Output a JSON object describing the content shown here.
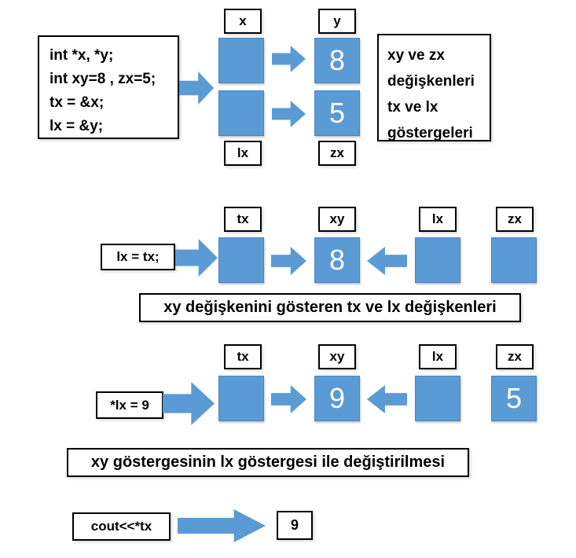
{
  "colors": {
    "accent_blue": "#5B9BD5"
  },
  "step1": {
    "code_lines": [
      "int *x, *y;",
      "int xy=8 , zx=5;",
      "tx = &x;",
      "lx = &y;"
    ],
    "label_x": "x",
    "label_y": "y",
    "label_lx": "lx",
    "label_zx": "zx",
    "cell_x": "",
    "cell_y": "8",
    "cell_lx": "",
    "cell_zx": "5",
    "description_lines": [
      "xy ve zx",
      "değişkenleri",
      "tx ve lx",
      "göstergeleri"
    ]
  },
  "step2": {
    "statement": "lx = tx;",
    "labels": [
      "tx",
      "xy",
      "lx",
      "zx"
    ],
    "cells": [
      "",
      "8",
      "",
      ""
    ],
    "caption": "xy değişkenini gösteren tx ve lx değişkenleri"
  },
  "step3": {
    "statement": "*lx = 9",
    "labels": [
      "tx",
      "xy",
      "lx",
      "zx"
    ],
    "cells": [
      "",
      "9",
      "",
      "5"
    ],
    "caption": "xy göstergesinin lx göstergesi ile değiştirilmesi"
  },
  "step4": {
    "statement": "cout<<*tx",
    "result": "9"
  }
}
